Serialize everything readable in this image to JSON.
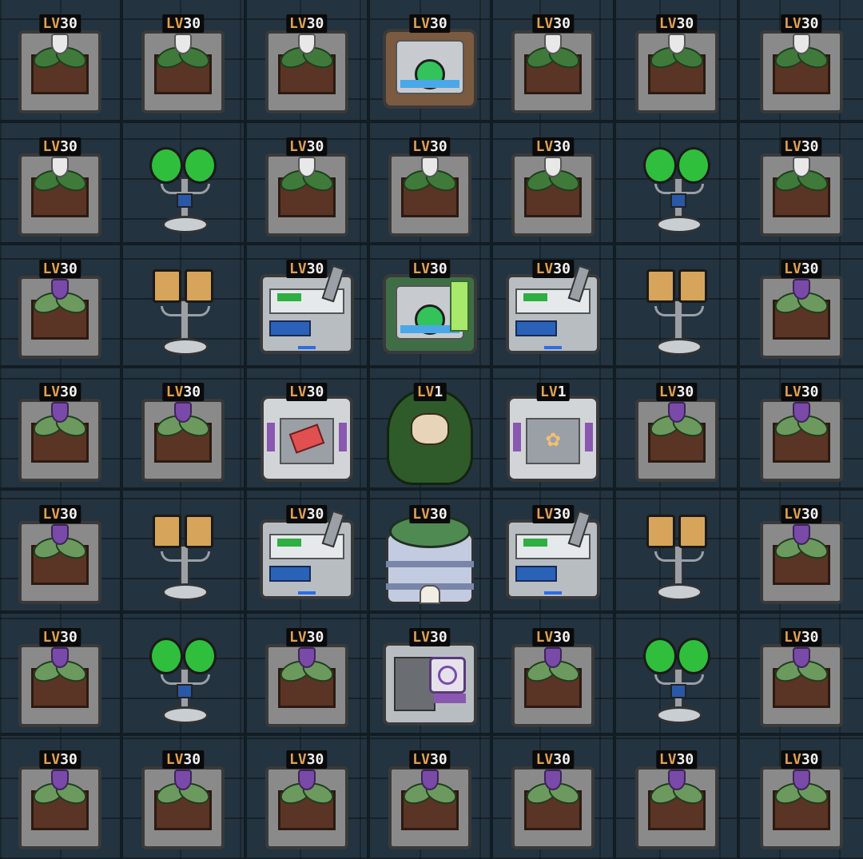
{
  "badge_prefix": "LV",
  "grid": [
    [
      {
        "type": "planter-white",
        "level": "30"
      },
      {
        "type": "planter-white",
        "level": "30"
      },
      {
        "type": "planter-white",
        "level": "30"
      },
      {
        "type": "potion-station",
        "level": "30"
      },
      {
        "type": "planter-white",
        "level": "30"
      },
      {
        "type": "planter-white",
        "level": "30"
      },
      {
        "type": "planter-white",
        "level": "30"
      }
    ],
    [
      {
        "type": "planter-white",
        "level": "30"
      },
      {
        "type": "lamp-green",
        "level": ""
      },
      {
        "type": "planter-white",
        "level": "30"
      },
      {
        "type": "planter-white",
        "level": "30"
      },
      {
        "type": "planter-white",
        "level": "30"
      },
      {
        "type": "lamp-green",
        "level": ""
      },
      {
        "type": "planter-white",
        "level": "30"
      }
    ],
    [
      {
        "type": "planter-purple",
        "level": "30"
      },
      {
        "type": "lamp-amber",
        "level": ""
      },
      {
        "type": "machine",
        "level": "30"
      },
      {
        "type": "potion-lab",
        "level": "30"
      },
      {
        "type": "machine",
        "level": "30"
      },
      {
        "type": "lamp-amber",
        "level": ""
      },
      {
        "type": "planter-purple",
        "level": "30"
      }
    ],
    [
      {
        "type": "planter-purple",
        "level": "30"
      },
      {
        "type": "planter-purple",
        "level": "30"
      },
      {
        "type": "chest-tile",
        "level": "30"
      },
      {
        "type": "hero",
        "level": "1"
      },
      {
        "type": "chest-flower",
        "level": "1"
      },
      {
        "type": "planter-purple",
        "level": "30"
      },
      {
        "type": "planter-purple",
        "level": "30"
      }
    ],
    [
      {
        "type": "planter-purple",
        "level": "30"
      },
      {
        "type": "lamp-amber",
        "level": ""
      },
      {
        "type": "machine",
        "level": "30"
      },
      {
        "type": "tank",
        "level": "30"
      },
      {
        "type": "machine",
        "level": "30"
      },
      {
        "type": "lamp-amber",
        "level": ""
      },
      {
        "type": "planter-purple",
        "level": "30"
      }
    ],
    [
      {
        "type": "planter-purple",
        "level": "30"
      },
      {
        "type": "lamp-green",
        "level": ""
      },
      {
        "type": "planter-purple",
        "level": "30"
      },
      {
        "type": "forge",
        "level": "30"
      },
      {
        "type": "planter-purple",
        "level": "30"
      },
      {
        "type": "lamp-green",
        "level": ""
      },
      {
        "type": "planter-purple",
        "level": "30"
      }
    ],
    [
      {
        "type": "planter-purple",
        "level": "30"
      },
      {
        "type": "planter-purple",
        "level": "30"
      },
      {
        "type": "planter-purple",
        "level": "30"
      },
      {
        "type": "planter-purple",
        "level": "30"
      },
      {
        "type": "planter-purple",
        "level": "30"
      },
      {
        "type": "planter-purple",
        "level": "30"
      },
      {
        "type": "planter-purple",
        "level": "30"
      }
    ]
  ],
  "colors": {
    "floor": "#23333f",
    "badge_bg": "#0a0a0a",
    "badge_prefix": "#e0a050",
    "badge_text": "#f2f2f2"
  }
}
